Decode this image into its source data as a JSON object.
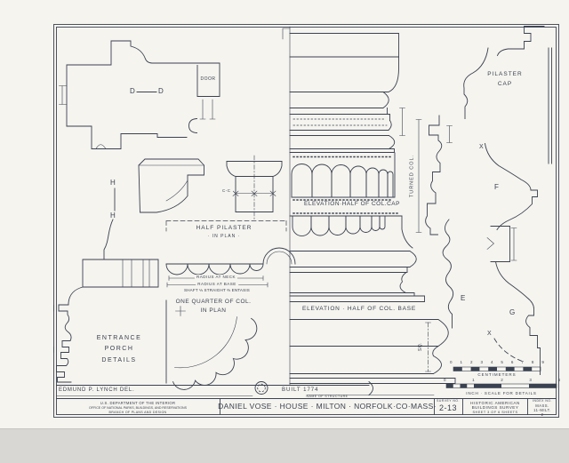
{
  "labels": {
    "pilaster_cap": "PILASTER\nCAP",
    "elevation_cap": "ELEVATION·HALF OF COL.CAP",
    "elevation_base": "ELEVATION · HALF OF COL. BASE",
    "half_pilaster_1": "HALF PILASTER",
    "half_pilaster_2": "· IN PLAN ·",
    "radius_neck": "RADIUS AT NECK",
    "radius_base": "RADIUS AT BASE",
    "shaft_note": "SHAFT ⅓ STRAIGHT ⅔ ENTASIS",
    "quarter_col_1": "ONE QUARTER OF COL.",
    "quarter_col_2": "IN PLAN",
    "entrance": "ENTRANCE\nPORCH\nDETAILS",
    "door": "DOOR",
    "d_left": "D",
    "d_right": "D",
    "h_top": "H",
    "h_bottom": "H",
    "c_marker": "C-C",
    "turned_col": "TURNED COL.",
    "sq": "SQ.",
    "x1": "X",
    "f": "F",
    "e": "E",
    "g": "G",
    "x2": "X",
    "built": "BUILT 1774",
    "name_of_structure": "NAME OF STRUCTURE",
    "delineator": "EDMUND P. LYNCH DEL."
  },
  "title_block": {
    "dept_line1": "U.S. DEPARTMENT OF THE INTERIOR",
    "dept_line2": "OFFICE OF NATIONAL PARKS, BUILDINGS, AND RESERVATIONS",
    "dept_line3": "BRANCH OF PLANS AND DESIGN",
    "structure_name": "DANIEL VOSE · HOUSE · MILTON · NORFOLK·CO·MASS·",
    "survey_label": "SURVEY NO.",
    "survey_no": "2-13",
    "habs_line1": "HISTORIC AMERICAN",
    "habs_line2": "BUILDINGS SURVEY",
    "sheet_info": "SHEET 3 OF 6 SHEETS",
    "index_label": "INDEX NO.",
    "index_line1": "MASS.",
    "index_line2": "11-MILT.",
    "index_line3": "2"
  },
  "scales": {
    "cm": {
      "ticks": [
        "0",
        "1",
        "2",
        "3",
        "4",
        "5",
        "6",
        "7",
        "8",
        "9"
      ],
      "label": "CENTIMETERS"
    },
    "inch": {
      "ticks": [
        "0",
        "1",
        "2",
        "3",
        "4"
      ],
      "label": "INCH · SCALE FOR DETAILS"
    }
  },
  "colors": {
    "ink": "#3a4150",
    "paper": "#f5f4ef",
    "margin": "#d8d7d3"
  }
}
